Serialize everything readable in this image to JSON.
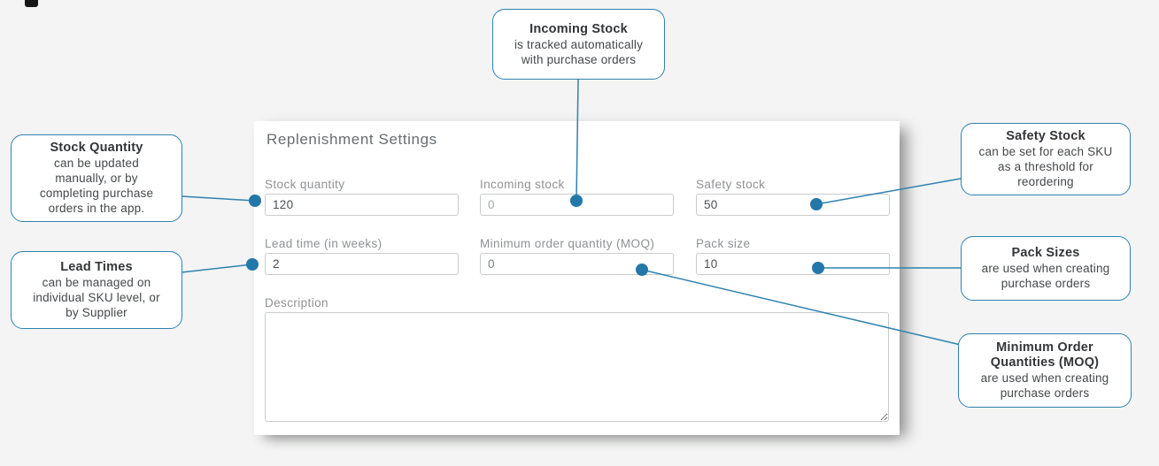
{
  "colors": {
    "accent": "#2f82b0",
    "dot": "#2477a9",
    "page-bg": "#f3f4f3",
    "panel-bg": "#ffffff"
  },
  "panel": {
    "title": "Replenishment Settings",
    "fields": [
      {
        "label": "Stock quantity",
        "value": "120"
      },
      {
        "label": "Incoming stock",
        "value": "0"
      },
      {
        "label": "Safety stock",
        "value": "50"
      },
      {
        "label": "Lead time (in weeks)",
        "value": "2"
      },
      {
        "label": "Minimum order quantity (MOQ)",
        "value": "0"
      },
      {
        "label": "Pack size",
        "value": "10"
      }
    ],
    "description": {
      "label": "Description",
      "value": ""
    }
  },
  "callouts": [
    {
      "title": "Incoming Stock",
      "body": "is tracked automatically\nwith purchase orders"
    },
    {
      "title": "Stock Quantity",
      "body": "can be updated\nmanually, or by\ncompleting purchase\norders in the app."
    },
    {
      "title": "Lead Times",
      "body": "can be managed on\nindividual SKU level, or\nby Supplier"
    },
    {
      "title": "Safety Stock",
      "body": "can be set for each SKU\nas a threshold for\nreordering"
    },
    {
      "title": "Pack Sizes",
      "body": "are used when creating\npurchase orders"
    },
    {
      "title": "Minimum Order\nQuantities (MOQ)",
      "body": "are used when creating\npurchase orders"
    }
  ]
}
